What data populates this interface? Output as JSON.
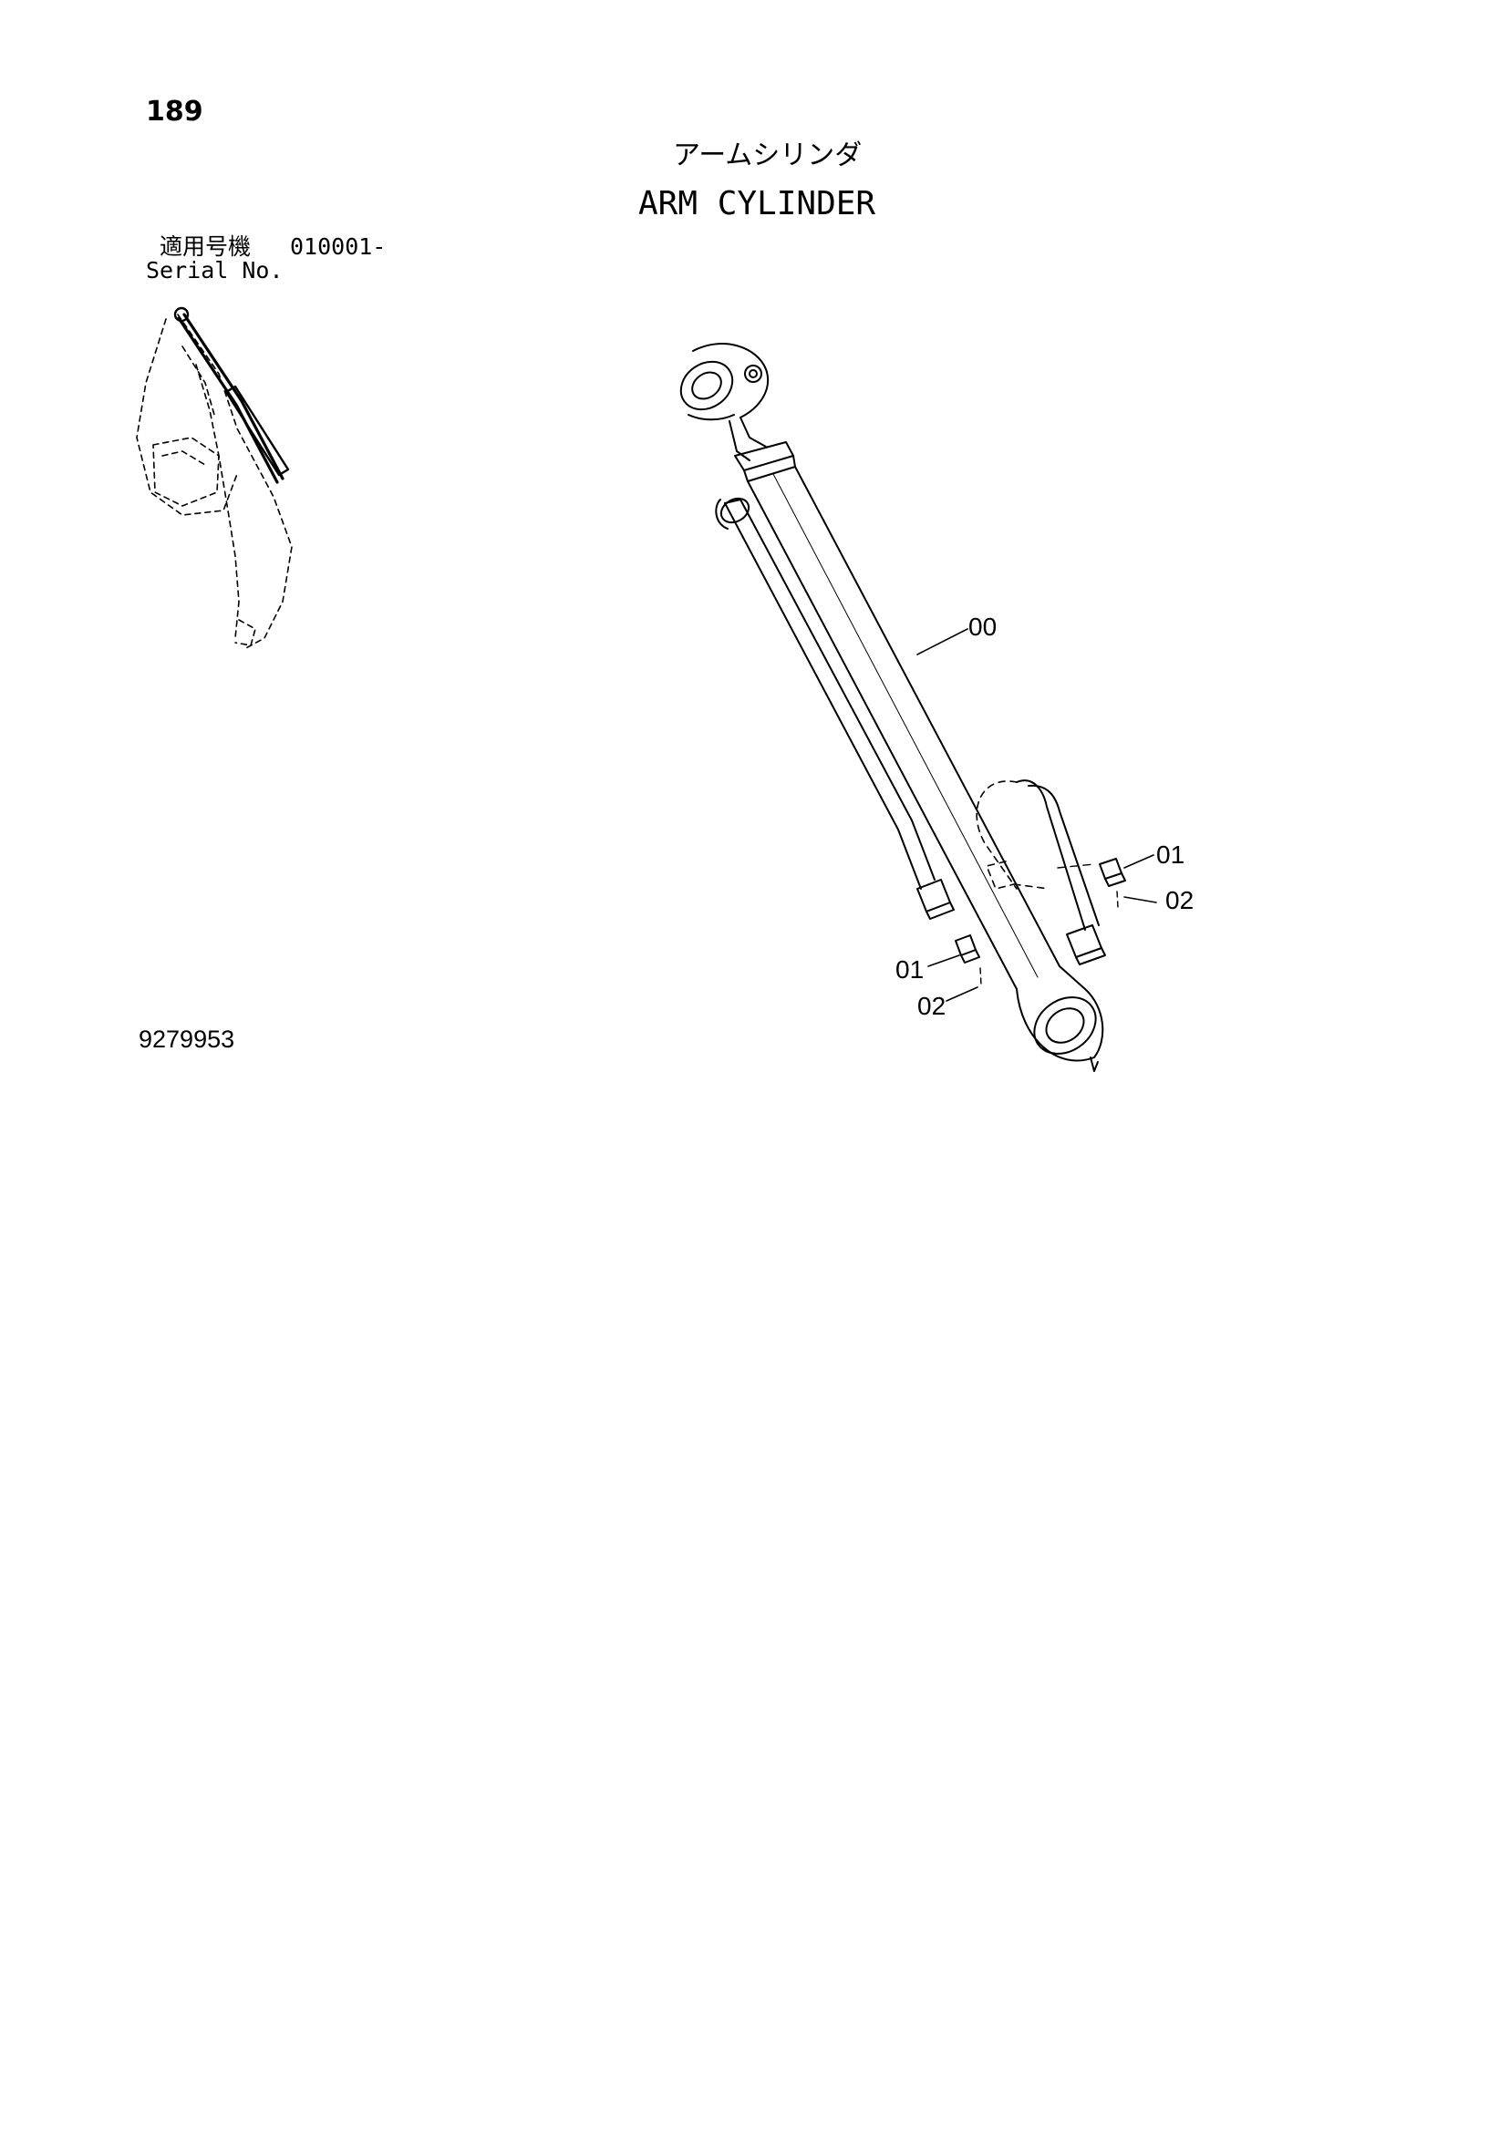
{
  "page": {
    "number": "189",
    "doc_number": "9279953"
  },
  "title": {
    "jp": "アームシリンダ",
    "en": "ARM CYLINDER"
  },
  "serial": {
    "jp_label": "適用号機",
    "value": "010001-",
    "en_label": "Serial No."
  },
  "callouts": [
    "00",
    "01",
    "02",
    "01",
    "02"
  ],
  "colors": {
    "ink": "#000000",
    "paper": "#ffffff"
  }
}
